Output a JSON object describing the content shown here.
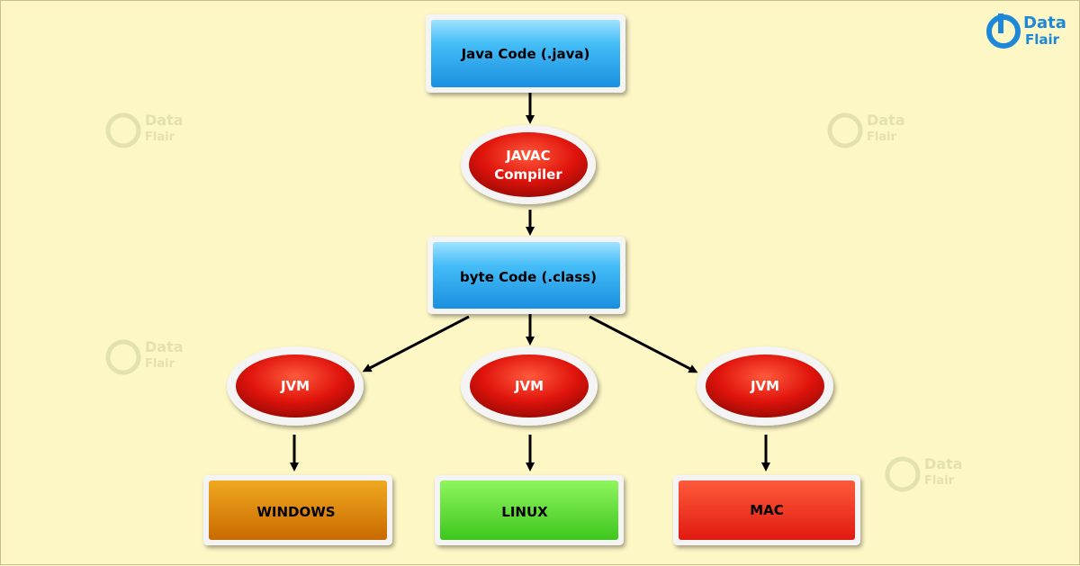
{
  "brand": {
    "name_line1": "Data",
    "name_line2": "Flair"
  },
  "watermark": {
    "line1": "Data",
    "line2": "Flair"
  },
  "nodes": {
    "java_code": "Java Code (.java)",
    "javac_line1": "JAVAC",
    "javac_line2": "Compiler",
    "byte_code": "byte Code (.class)",
    "jvm_left": "JVM",
    "jvm_center": "JVM",
    "jvm_right": "JVM",
    "windows": "WINDOWS",
    "linux": "LINUX",
    "mac": "MAC"
  },
  "colors": {
    "background": "#fdf6c5",
    "blue_box": "#3fb6f5",
    "red_ellipse": "#e0140c",
    "windows": "#e08a00",
    "linux": "#5fe63a",
    "mac": "#f0281c",
    "brand_blue": "#1e88d8"
  }
}
